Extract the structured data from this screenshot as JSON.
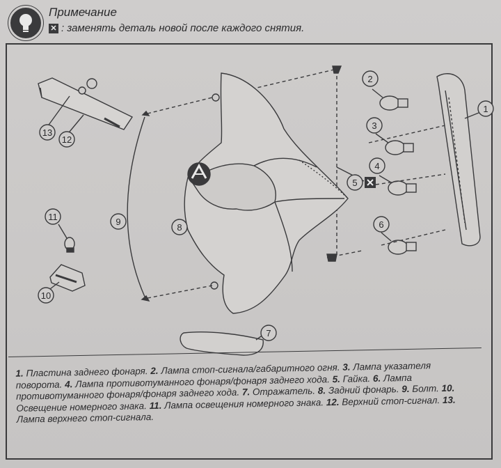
{
  "note": {
    "title": "Примечание",
    "icon": "lightbulb-icon",
    "badge": "x-mark-icon",
    "text": ": заменять деталь новой после каждого снятия."
  },
  "callouts": [
    "1",
    "2",
    "3",
    "4",
    "5",
    "6",
    "7",
    "8",
    "9",
    "10",
    "11",
    "12",
    "13"
  ],
  "legend": [
    {
      "num": "1.",
      "text": "Пластина заднего фонаря."
    },
    {
      "num": "2.",
      "text": "Лампа стоп-сигнала/габаритного огня."
    },
    {
      "num": "3.",
      "text": "Лампа указателя поворота."
    },
    {
      "num": "4.",
      "text": "Лампа противотуманного фонаря/фонаря заднего хода."
    },
    {
      "num": "5.",
      "text": "Гайка."
    },
    {
      "num": "6.",
      "text": "Лампа противотуманного фонаря/фонаря заднего хода."
    },
    {
      "num": "7.",
      "text": "Отражатель."
    },
    {
      "num": "8.",
      "text": "Задний фонарь."
    },
    {
      "num": "9.",
      "text": "Болт."
    },
    {
      "num": "10.",
      "text": "Освещение номерного знака."
    },
    {
      "num": "11.",
      "text": "Лампа освещения номерного знака."
    },
    {
      "num": "12.",
      "text": "Верхний стоп-сигнал."
    },
    {
      "num": "13.",
      "text": "Лампа верхнего стоп-сигнала."
    }
  ]
}
